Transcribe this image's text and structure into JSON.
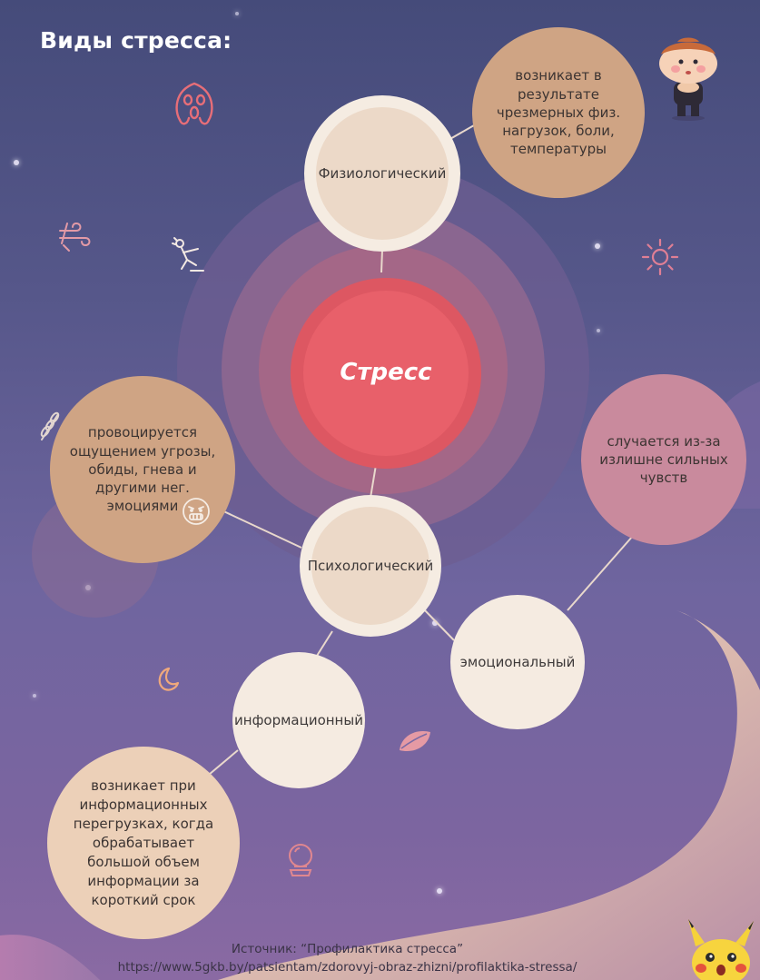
{
  "title": "Виды стресса:",
  "center": {
    "label": "Стресс"
  },
  "nodes": {
    "physiological": {
      "label": "Физиологический"
    },
    "psychological": {
      "label": "Психологический"
    },
    "emotional": {
      "label": "эмоциональный"
    },
    "informational": {
      "label": "информационный"
    }
  },
  "descriptions": {
    "physiological": {
      "lines": [
        "возникает в",
        "результате",
        "чрезмерных физ.",
        "нагрузок, боли,",
        "температуры"
      ]
    },
    "psychological": {
      "lines": [
        "провоцируется",
        "ощущением угрозы,",
        "обиды, гнева и",
        "другими нег.",
        "эмоциями"
      ]
    },
    "emotional": {
      "lines": [
        "случается из-за",
        "излишне сильных",
        "чувств"
      ]
    },
    "informational": {
      "lines": [
        "возникает при",
        "информационных",
        "перегрузках, когда",
        "обрабатывает",
        "большой объем",
        "информации за",
        "короткий срок"
      ]
    }
  },
  "source": {
    "line1": "Источник: “Профилактика стресса”",
    "line2": "https://www.5gkb.by/patsientam/zdorovyj-obraz-zhizni/profilaktika-stressa/"
  },
  "colors": {
    "background_top": "#454b7a",
    "background_bottom": "#8a6aa3",
    "center": "#e8606a",
    "node_fill": "#ecd9c8",
    "desc_tan": "#cfa484",
    "desc_pink": "#c98a9d",
    "connector": "#e9d8cc"
  },
  "icons": [
    "scared-face-icon",
    "wind-icon",
    "falling-person-icon",
    "sun-icon",
    "wheat-icon",
    "angry-face-icon",
    "moon-icon",
    "leaf-icon",
    "crystal-ball-icon",
    "boy-character-icon",
    "pikachu-icon"
  ]
}
